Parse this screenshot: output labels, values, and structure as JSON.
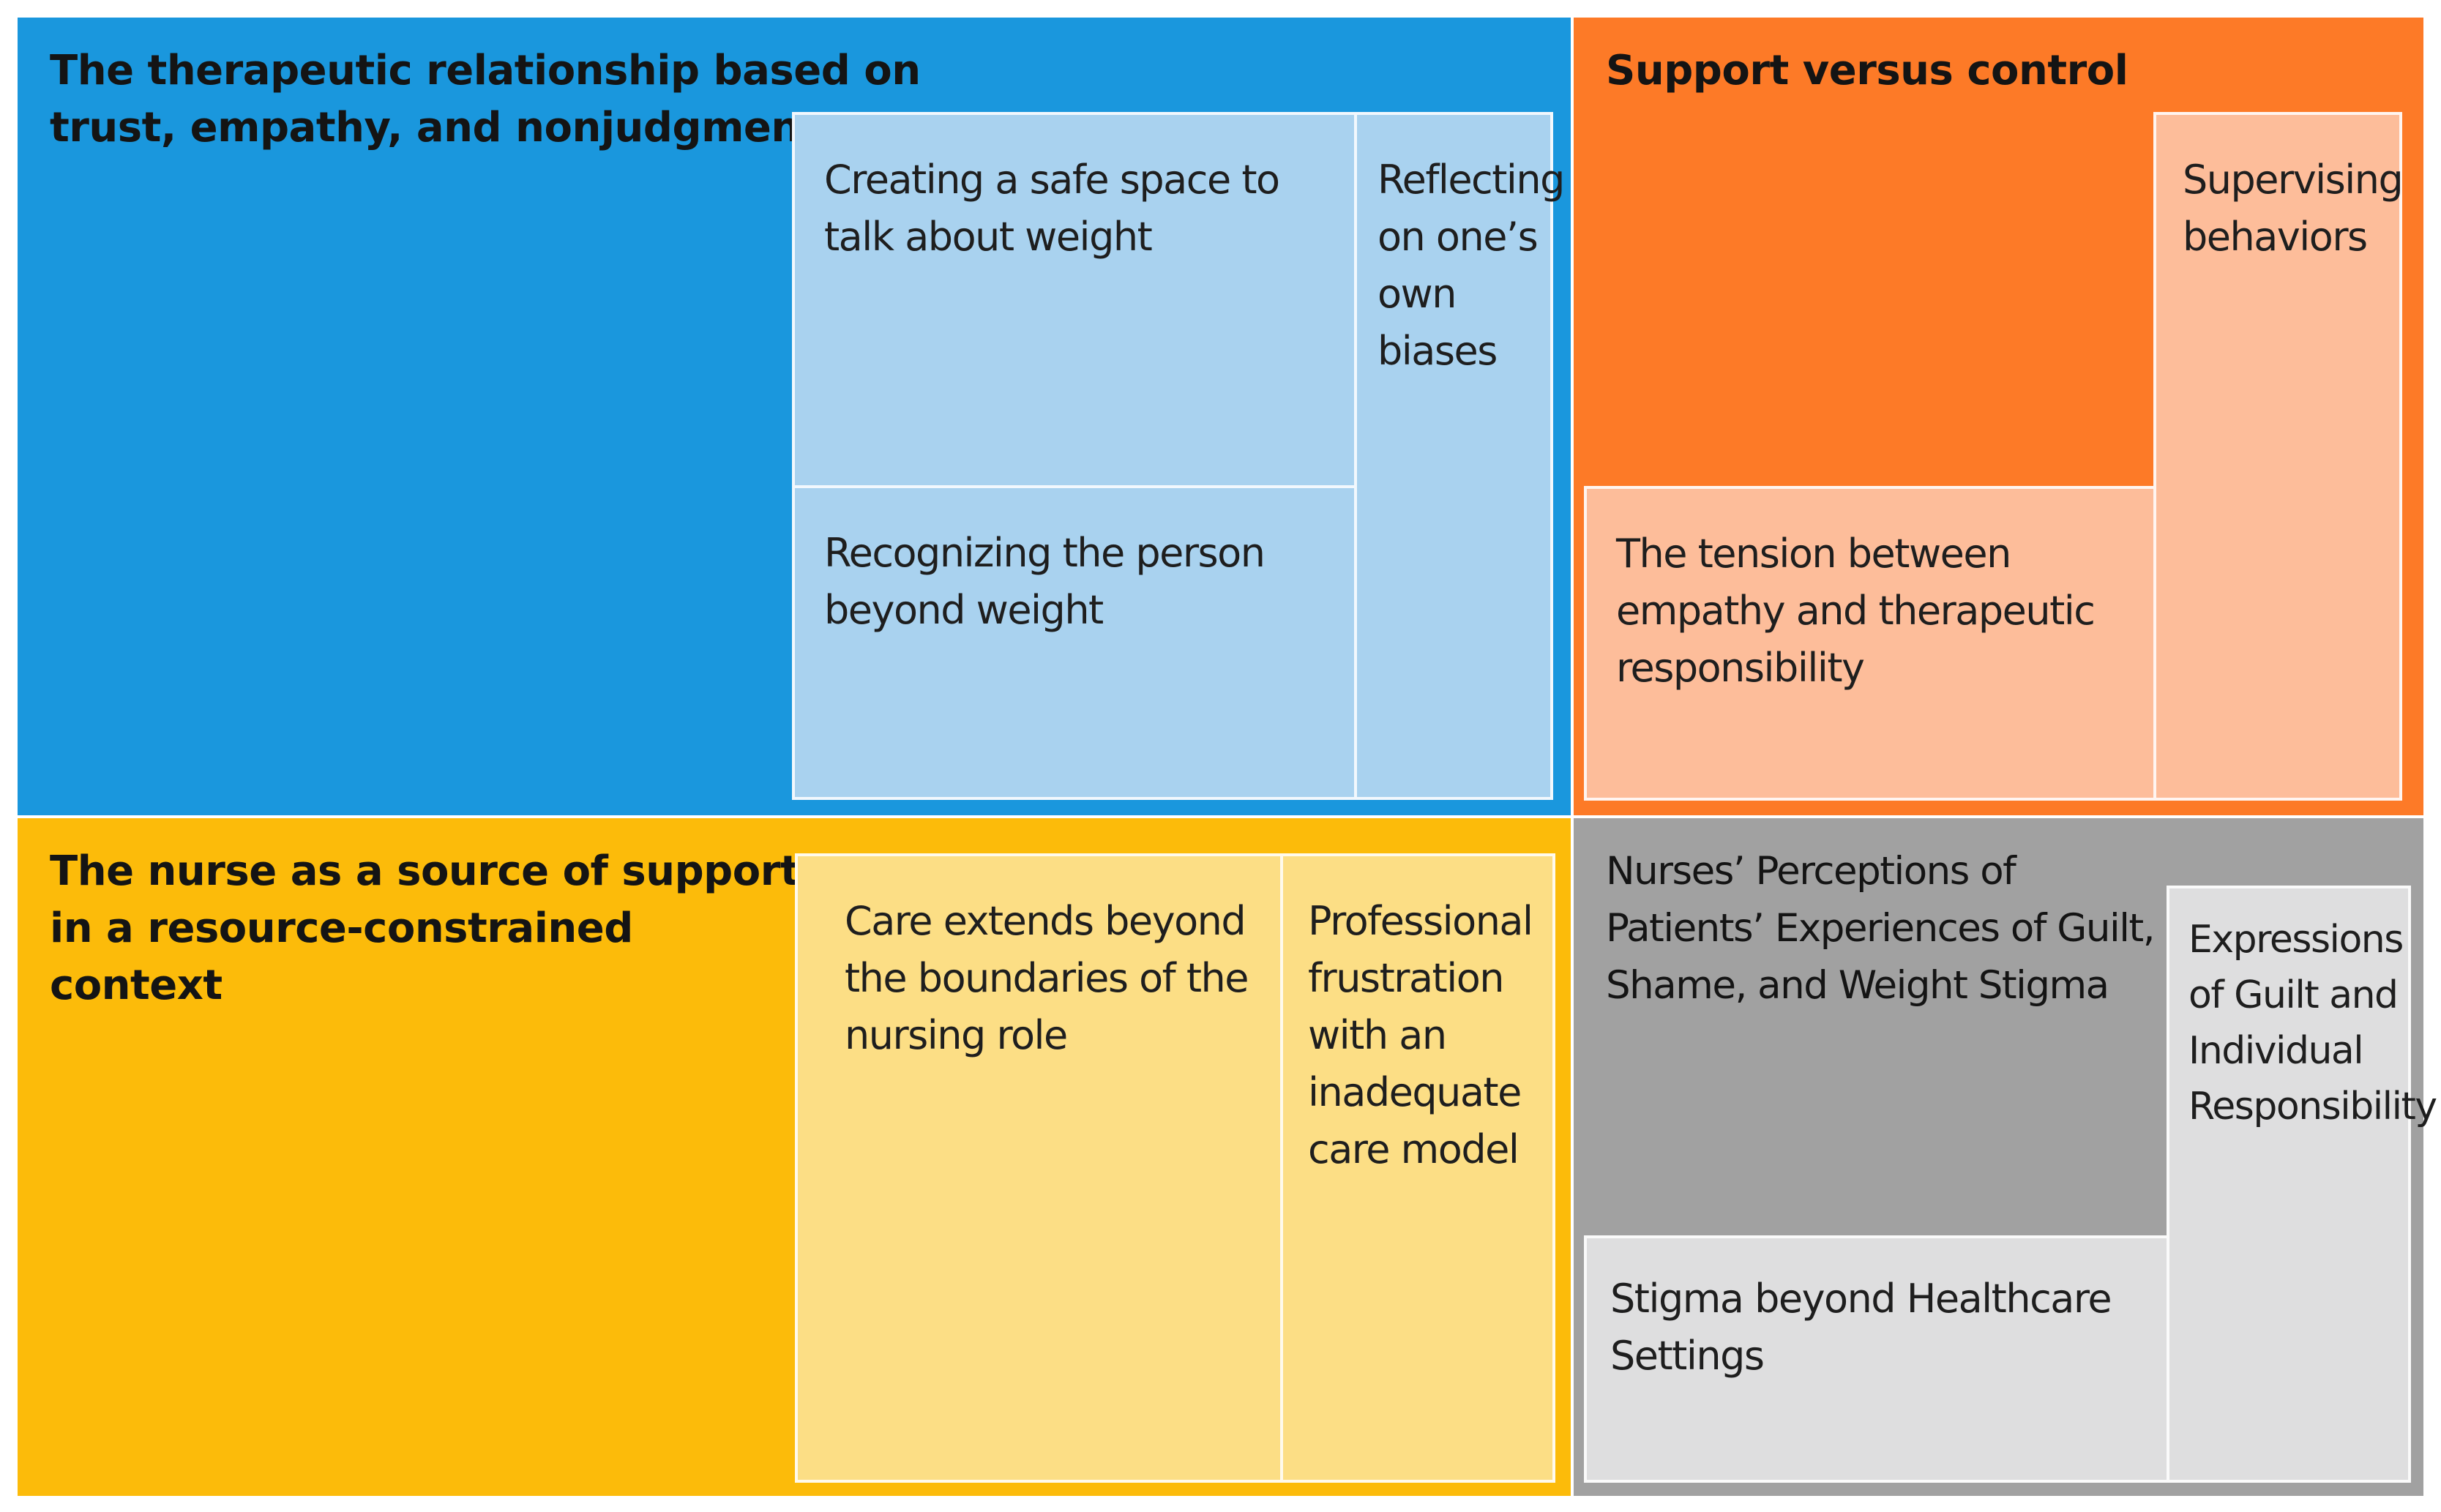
{
  "themes": [
    {
      "title": "The therapeutic relationship based on trust, empathy, and nonjudgment",
      "color": "#1a97dd",
      "subthemes": [
        "Creating a safe space to talk about weight",
        "Recognizing the person beyond weight",
        "Reflecting on one’s own biases"
      ]
    },
    {
      "title": "Support versus control",
      "color": "#fd7a27",
      "subthemes": [
        "The tension between empathy and therapeutic responsibility",
        "Supervising behaviors"
      ]
    },
    {
      "title": "The nurse as a source of support in a resource-constrained context",
      "color": "#fcbb0a",
      "subthemes": [
        "Care extends beyond the boundaries of the nursing role",
        "Professional frustration with an inadequate care model"
      ]
    },
    {
      "title": "Nurses’ Perceptions of Patients’ Experiences of Guilt, Shame, and Weight Stigma",
      "color": "#a1a1a1",
      "subthemes": [
        "Stigma beyond Healthcare Settings",
        "Expressions of Guilt and Individual Responsibility"
      ]
    }
  ]
}
